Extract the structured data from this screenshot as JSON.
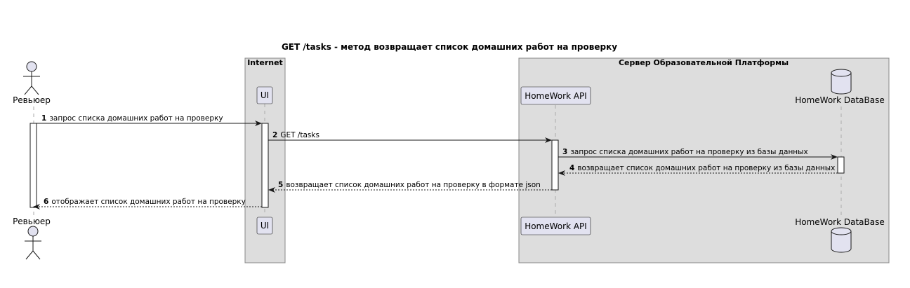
{
  "title": "GET /tasks - метод возвращает список домашних работ на проверку",
  "boxes": {
    "internet": "Internet",
    "server": "Сервер Образовательной Платформы"
  },
  "participants": {
    "reviewer": "Ревьюер",
    "ui": "UI",
    "api": "HomeWork API",
    "db": "HomeWork DataBase"
  },
  "messages": [
    {
      "num": "1",
      "text": "запрос списка домашних работ на проверку",
      "style": "solid"
    },
    {
      "num": "2",
      "text": "GET /tasks",
      "style": "solid"
    },
    {
      "num": "3",
      "text": "запрос списка домашних работ на проверку из базы данных",
      "style": "solid"
    },
    {
      "num": "4",
      "text": "возвращает список домашних работ на проверку из базы данных",
      "style": "dashed"
    },
    {
      "num": "5",
      "text": "возвращает список домашних работ на проверку в формате json",
      "style": "dashed"
    },
    {
      "num": "6",
      "text": "отображает список домашних работ на проверку",
      "style": "dashed"
    }
  ],
  "colors": {
    "box_fill": "#dddddd",
    "box_stroke": "#888888",
    "participant_fill": "#e2e2f0",
    "participant_stroke": "#181818",
    "lifeline": "#aaaaaa"
  }
}
